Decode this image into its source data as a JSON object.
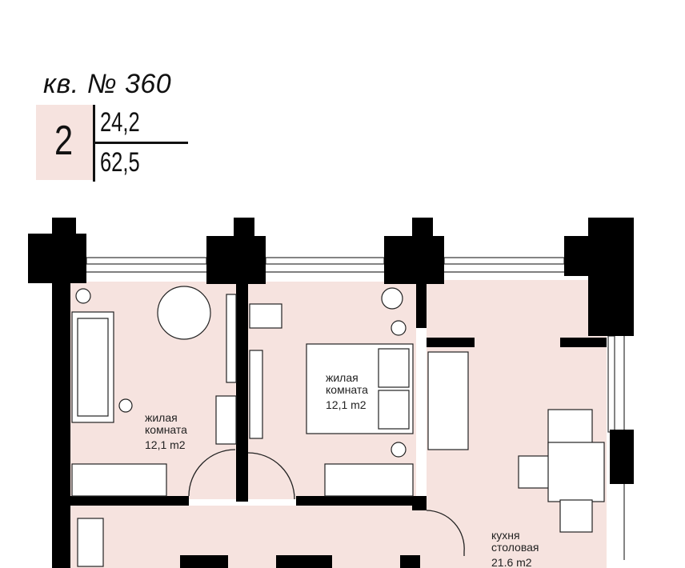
{
  "header": {
    "apartment_title": "кв. № 360",
    "rooms_count": "2",
    "living_area": "24,2",
    "total_area": "62,5"
  },
  "rooms": [
    {
      "name_line1": "жилая",
      "name_line2": "комната",
      "area": "12,1 m2"
    },
    {
      "name_line1": "жилая",
      "name_line2": "комната",
      "area": "12,1 m2"
    },
    {
      "name_line1": "кухня",
      "name_line2": "столовая",
      "area": "21.6 m2"
    }
  ],
  "colors": {
    "floor": "#f6e3df",
    "wall": "#000000",
    "accent_box": "#f6e3df"
  }
}
